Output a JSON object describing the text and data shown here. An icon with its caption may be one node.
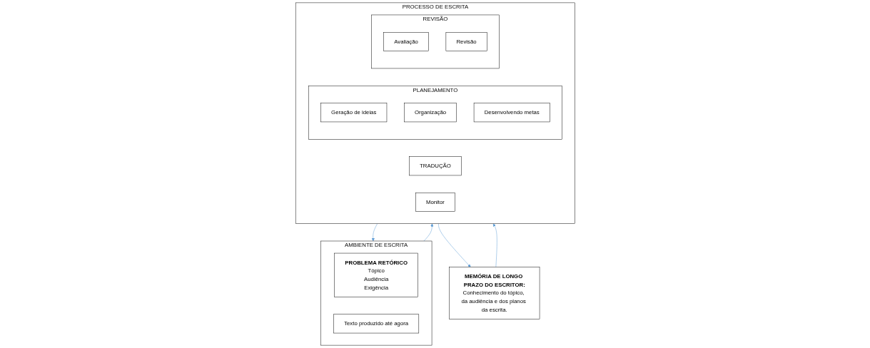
{
  "diagram": {
    "nodes": [
      {
        "text": [
          "AMBIENTE DE ESCRITA"
        ]
      },
      {
        "text": [
          "PROBLEMA RETÓRICO",
          "Tópico",
          "Audiência",
          "Exigência"
        ],
        "in": 0
      },
      {
        "text": [
          "Texto produzido até agora"
        ],
        "in": 0
      },
      {
        "text": [
          "PROCESSO DE ESCRITA"
        ]
      },
      {
        "text": [
          "PLANEJAMENTO"
        ],
        "in": 3
      },
      {
        "text": [
          "Geração de ideias"
        ],
        "in": 4
      },
      {
        "text": [
          "Organização"
        ],
        "in": 4
      },
      {
        "text": [
          "Desenvolvendo metas"
        ],
        "in": 4
      },
      {
        "text": [
          "TRADUÇÃO"
        ],
        "in": 3
      },
      {
        "text": [
          "REVISÃO"
        ],
        "in": 3
      },
      {
        "text": [
          "Avaliação"
        ],
        "in": 9
      },
      {
        "text": [
          "Revisão"
        ],
        "in": 9
      },
      {
        "text": [
          "Monitor"
        ],
        "in": 3
      },
      {
        "text": [
          "MEMÓRIA DE LONGO PRAZO DO ESCRITOR:",
          "Conhecimento do tópico, da audiência e dos planos da escrita."
        ]
      }
    ],
    "edges": [
      {
        "from": 0,
        "to": 3,
        "arrow": "to"
      },
      {
        "from": 3,
        "to": 0,
        "arrow": "to"
      },
      {
        "from": 13,
        "to": 3,
        "arrow": "to"
      },
      {
        "from": 3,
        "to": 13,
        "arrow": "to"
      }
    ]
  }
}
